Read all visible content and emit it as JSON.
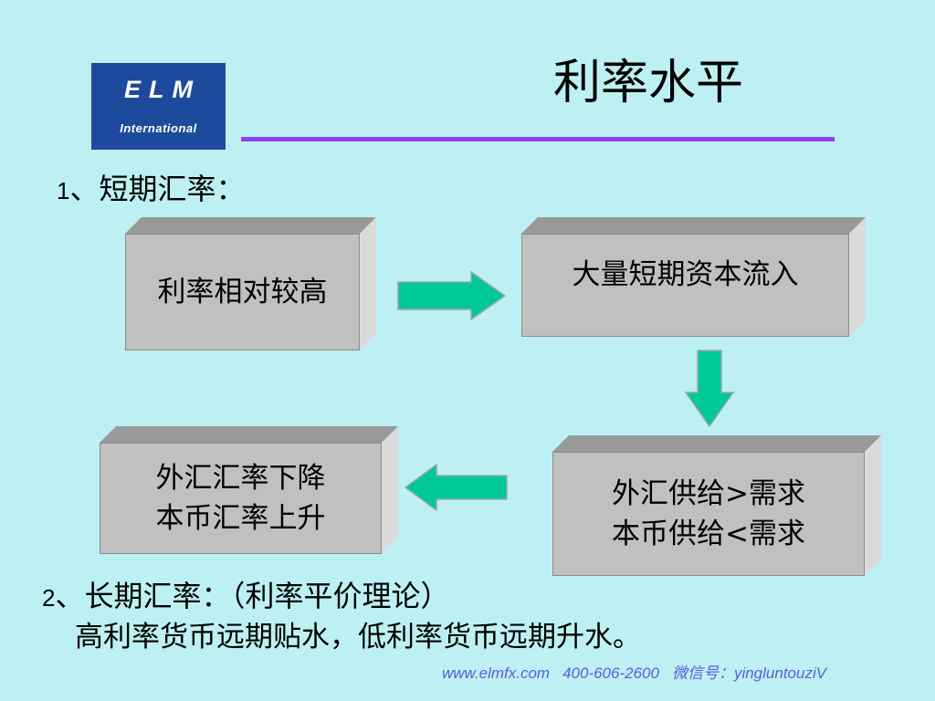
{
  "logo": {
    "brand": "ELM",
    "sub": "International"
  },
  "title": "利率水平",
  "section1": {
    "num": "1",
    "text": "、短期汇率："
  },
  "boxes": {
    "box1": [
      "利率相对较高"
    ],
    "box2": [
      "大量短期资本流入"
    ],
    "box3": [
      "外汇供给>需求",
      "本币供给<需求"
    ],
    "box4": [
      "外汇汇率下降",
      "本币汇率上升"
    ]
  },
  "arrow_icons": {
    "right": "arrow-right-icon",
    "down": "arrow-down-icon",
    "left": "arrow-left-icon"
  },
  "section2": {
    "num": "2",
    "text": "、长期汇率：（利率平价理论）",
    "line": "高利率货币远期贴水，低利率货币远期升水。"
  },
  "footer": {
    "website": "www.elmfx.com",
    "phone": "400-606-2600",
    "wechat": "微信号：yingluntouziV"
  },
  "colors": {
    "background": "#bdf0f2",
    "logo": "#1e4a9e",
    "rule": "#8e44e8",
    "arrow": "#00c897",
    "box": "#c0c0c0",
    "footer": "#5c5cdc"
  }
}
